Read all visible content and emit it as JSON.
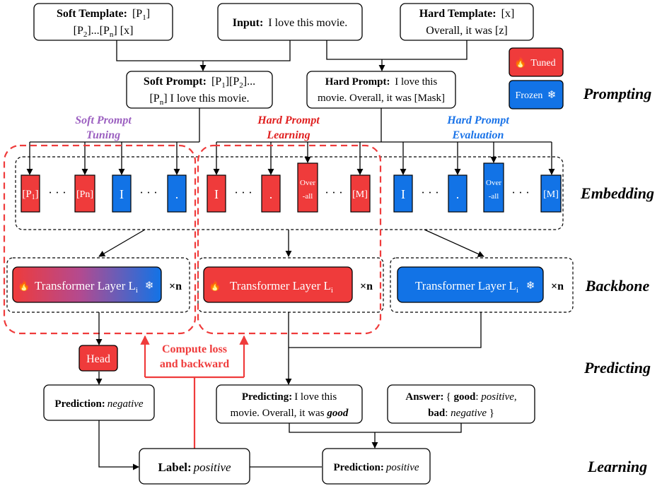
{
  "templates": {
    "soft": {
      "label": "Soft Template:",
      "line1": "[P",
      "line1_sub": "1",
      "line1_end": "]",
      "line2": "[P",
      "line2_sub_a": "2",
      "line2_mid": "]...[P",
      "line2_sub_b": "n",
      "line2_end": "] [x]"
    },
    "input": {
      "label": "Input:",
      "text": "I love this movie."
    },
    "hard": {
      "label": "Hard Template:",
      "line1": "[x]",
      "line2": "Overall, it was [z]"
    }
  },
  "prompts": {
    "soft": {
      "label": "Soft Prompt:",
      "line1": "[P",
      "s1": "1",
      "m1": "][P",
      "s2": "2",
      "e1": "]...",
      "line2": "[P",
      "s3": "n",
      "e2": "] I love this movie."
    },
    "hard": {
      "label": "Hard Prompt:",
      "line1": "I love this",
      "line2": "movie. Overall, it was [Mask]"
    }
  },
  "legend": {
    "tuned": {
      "label": "Tuned",
      "icon": "fire-icon",
      "color": "#ef3b3b"
    },
    "frozen": {
      "label": "Frozen",
      "icon": "snowflake-icon",
      "color": "#1273e6"
    }
  },
  "methods": {
    "soft": {
      "line1": "Soft Prompt",
      "line2": "Tuning",
      "color": "#9b5fc0"
    },
    "hard_learning": {
      "line1": "Hard Prompt",
      "line2": "Learning",
      "color": "#e02020"
    },
    "hard_eval": {
      "line1": "Hard Prompt",
      "line2": "Evaluation",
      "color": "#1a73e8"
    }
  },
  "stages": {
    "prompting": "Prompting",
    "embedding": "Embedding",
    "backbone": "Backbone",
    "predicting": "Predicting",
    "learning": "Learning"
  },
  "embeddings": {
    "soft": {
      "p1": "[P",
      "p1_sub": "1",
      "p1_end": "]",
      "dots1": "· · ·",
      "pn": "[Pn]",
      "i": "I",
      "dots2": "· · ·",
      "period": "."
    },
    "hard_learning": {
      "i": "I",
      "dots1": "· · ·",
      "period": ".",
      "over1": "Over",
      "over2": "-all",
      "dots2": "· · ·",
      "mask": "[M]"
    },
    "hard_eval": {
      "i": "I",
      "dots1": "· · ·",
      "period": ".",
      "over1": "Over",
      "over2": "-all",
      "dots2": "· · ·",
      "mask": "[M]"
    }
  },
  "backbone": {
    "layer": "Transformer Layer L",
    "layer_sub": "i",
    "repeat": "×n"
  },
  "head": "Head",
  "compute_loss": {
    "line1": "Compute loss",
    "line2": "and backward"
  },
  "predictions": {
    "soft": {
      "label": "Prediction:",
      "value": "negative"
    },
    "hard": {
      "label": "Predicting:",
      "line1": "I love this",
      "line2": "movie. Overall, it was ",
      "word": "good"
    },
    "answer": {
      "label": "Answer:",
      "open": "{ ",
      "good": "good",
      "colon1": ": ",
      "pos": "positive",
      "comma": ",",
      "bad": "bad",
      "colon2": ": ",
      "neg": "negative",
      "close": " }"
    },
    "final": {
      "label": "Prediction:",
      "value": "positive"
    }
  },
  "label": {
    "label": "Label:",
    "value": "positive"
  }
}
